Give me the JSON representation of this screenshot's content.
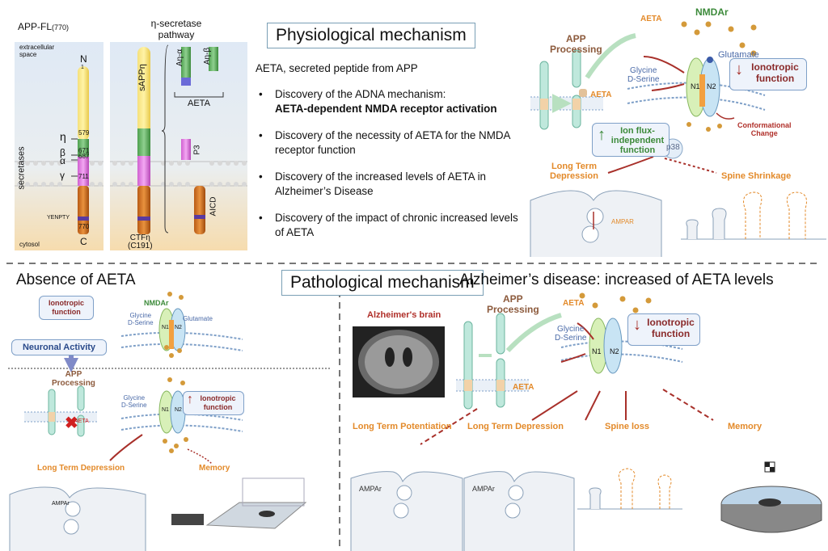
{
  "app_diagram": {
    "col1_title": "APP-FL",
    "col1_title_sub": "(770)",
    "col2_title_line1": "η-secretase",
    "col2_title_line2": "pathway",
    "extracellular_line1": "extracellular",
    "extracellular_line2": "space",
    "cytosol": "cytosol",
    "secretases": "secretases",
    "n_terminal": "N",
    "c_terminal": "C",
    "pos_1": "1",
    "pos_579": "579",
    "pos_671": "671",
    "pos_687": "687",
    "pos_711": "711",
    "pos_770": "770",
    "eta": "η",
    "beta": "β",
    "alpha": "α",
    "gamma": "γ",
    "yenpty": "YENPTY",
    "sapp": "sAPPη",
    "ctf_line1": "CTFη",
    "ctf_line2": "(C191)",
    "a_eta_alpha": "Aη-α",
    "a_eta_beta": "Aη-β",
    "aeta_bracket": "AETA",
    "p3": "P3",
    "aicd": "AICD"
  },
  "physiological": {
    "title": "Physiological mechanism",
    "intro": "AETA, secreted peptide from APP",
    "bullets": [
      {
        "text": "Discovery of the ADNA mechanism:",
        "bold": "AETA-dependent NMDA receptor activation"
      },
      {
        "text": "Discovery of the necessity of AETA for the NMDA receptor function",
        "bold": ""
      },
      {
        "text": "Discovery of the increased levels of AETA in Alzheimer’s Disease",
        "bold": ""
      },
      {
        "text": "Discovery of the impact of chronic increased levels of AETA",
        "bold": ""
      }
    ]
  },
  "top_right": {
    "nmdar": "NMDAr",
    "app_processing_1": "APP",
    "app_processing_2": "Processing",
    "aeta_top": "AETA",
    "aeta_small": "AETA",
    "glutamate": "Glutamate",
    "glycine": "Glycine",
    "dserine": "D-Serine",
    "n1": "N1",
    "n2": "N2",
    "ionotropic_1": "Ionotropic",
    "ionotropic_2": "function",
    "conformational_1": "Conformational",
    "conformational_2": "Change",
    "ionflux_1": "Ion flux-",
    "ionflux_2": "independent",
    "ionflux_3": "function",
    "p38": "p38",
    "ltd_1": "Long Term",
    "ltd_2": "Depression",
    "spine_shrinkage": "Spine Shrinkage",
    "ampar": "AMPAR"
  },
  "pathological": {
    "title": "Pathological mechanism",
    "absence_title": "Absence of AETA",
    "ad_title": "Alzheimer’s disease: increased of AETA levels"
  },
  "bottom_left": {
    "ionotropic_box_1": "Ionotropic",
    "ionotropic_box_2": "function",
    "nmdar": "NMDAr",
    "glycine": "Glycine",
    "dserine": "D-Serine",
    "glutamate": "Glutamate",
    "n1": "N1",
    "n2": "N2",
    "neuronal_activity": "Neuronal Activity",
    "app_1": "APP",
    "app_2": "Processing",
    "aeta": "AETA",
    "glycine2": "Glycine",
    "dserine2": "D-Serine",
    "ionotropic2_1": "Ionotropic",
    "ionotropic2_2": "function",
    "ltd": "Long Term Depression",
    "memory": "Memory",
    "ampar": "AMPAr"
  },
  "bottom_right": {
    "brain_label": "Alzheimer's brain",
    "app_1": "APP",
    "app_2": "Processing",
    "aeta_top": "AETA",
    "aeta_small": "AETA",
    "glycine": "Glycine",
    "dserine": "D-Serine",
    "n1": "N1",
    "n2": "N2",
    "ionotropic_1": "Ionotropic",
    "ionotropic_2": "function",
    "ltp": "Long Term Potentiation",
    "ltd": "Long Term Depression",
    "spine_loss": "Spine loss",
    "memory": "Memory",
    "ampar1": "AMPAr",
    "ampar2": "AMPAr"
  },
  "colors": {
    "accent_orange": "#e38a2a",
    "dark_red": "#a8302a",
    "membrane_blue": "#7fa0c8",
    "app_green": "#9fd8c8"
  }
}
